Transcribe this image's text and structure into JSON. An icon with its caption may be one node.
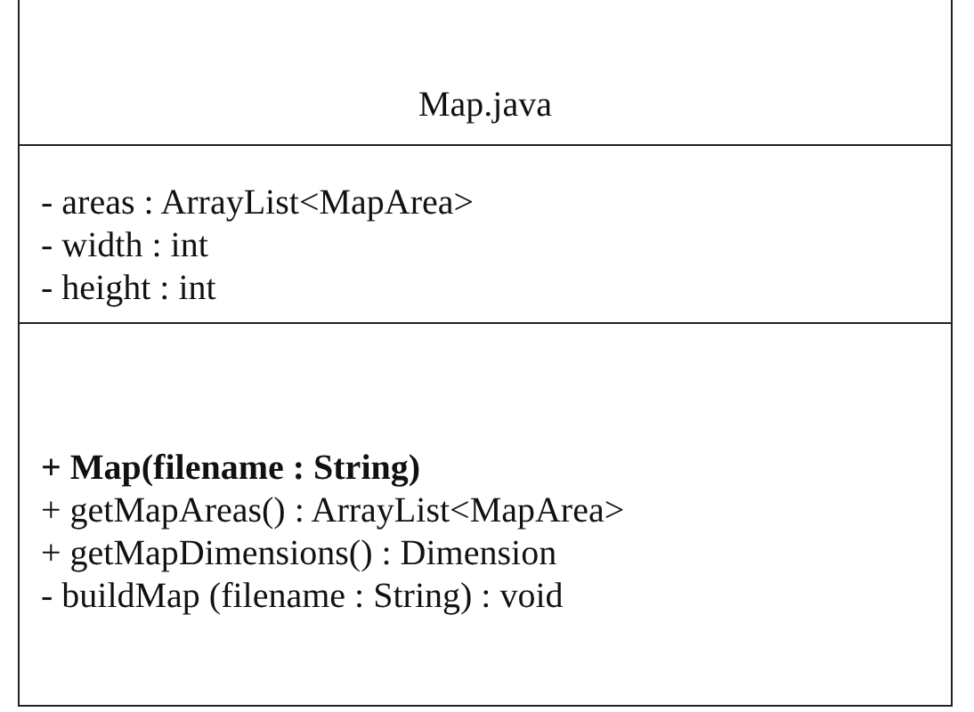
{
  "diagram": {
    "nodes": [
      {
        "text": [
          "Map.java"
        ]
      },
      {
        "text": [
          "- areas : ArrayList<MapArea>",
          "- width : int",
          "- height : int"
        ],
        "in": 0
      },
      {
        "text": [
          "+ Map(filename : String)",
          "+ getMapAreas() : ArrayList<MapArea>",
          "+ getMapDimensions() : Dimension",
          "- buildMap (filename : String) : void"
        ],
        "in": 0
      }
    ]
  }
}
